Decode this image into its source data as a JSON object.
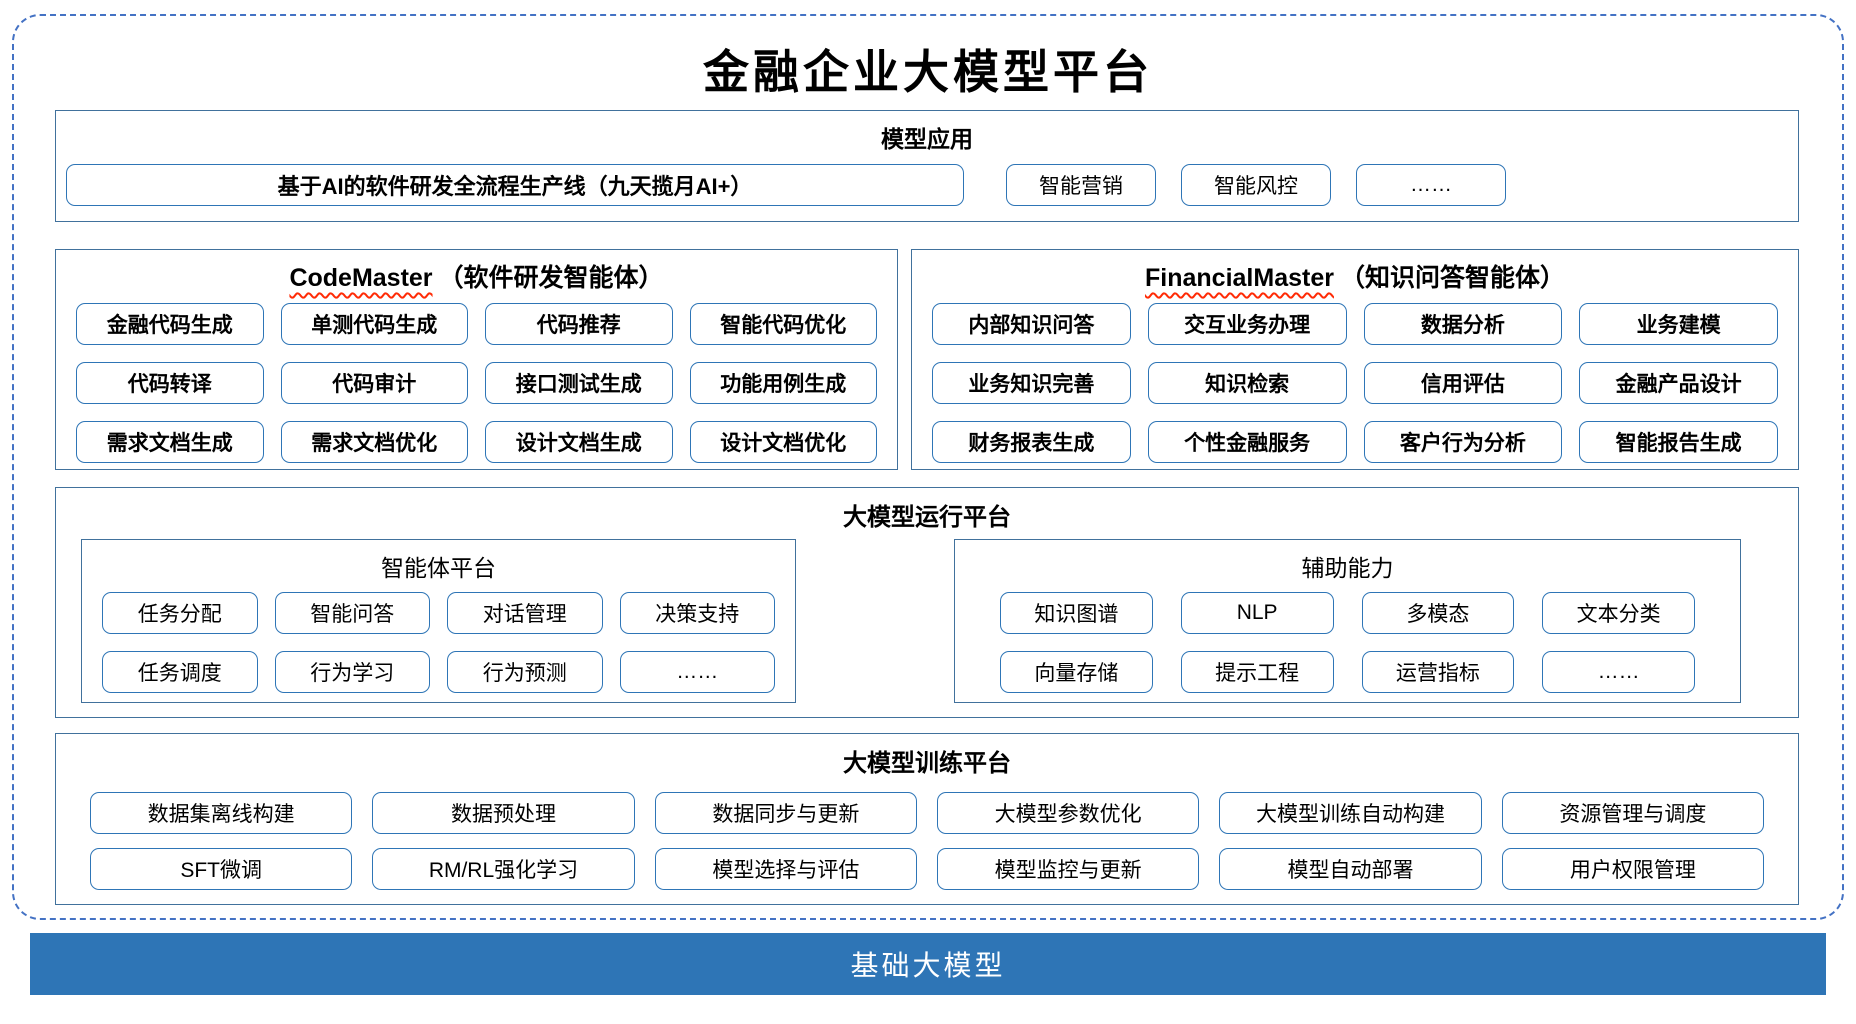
{
  "title": "金融企业大模型平台",
  "app": {
    "header": "模型应用",
    "main_box": "基于AI的软件研发全流程生产线（九天揽月AI+）",
    "boxes": [
      "智能营销",
      "智能风控",
      "……"
    ]
  },
  "codemaster": {
    "name": "CodeMaster",
    "subtitle": "（软件研发智能体）",
    "boxes": [
      "金融代码生成",
      "单测代码生成",
      "代码推荐",
      "智能代码优化",
      "代码转译",
      "代码审计",
      "接口测试生成",
      "功能用例生成",
      "需求文档生成",
      "需求文档优化",
      "设计文档生成",
      "设计文档优化"
    ]
  },
  "financialmaster": {
    "name": "FinancialMaster",
    "subtitle": "（知识问答智能体）",
    "boxes": [
      "内部知识问答",
      "交互业务办理",
      "数据分析",
      "业务建模",
      "业务知识完善",
      "知识检索",
      "信用评估",
      "金融产品设计",
      "财务报表生成",
      "个性金融服务",
      "客户行为分析",
      "智能报告生成"
    ]
  },
  "runtime": {
    "header": "大模型运行平台",
    "agent": {
      "header": "智能体平台",
      "boxes": [
        "任务分配",
        "智能问答",
        "对话管理",
        "决策支持",
        "任务调度",
        "行为学习",
        "行为预测",
        "……"
      ]
    },
    "aux": {
      "header": "辅助能力",
      "boxes": [
        "知识图谱",
        "NLP",
        "多模态",
        "文本分类",
        "向量存储",
        "提示工程",
        "运营指标",
        "……"
      ]
    }
  },
  "training": {
    "header": "大模型训练平台",
    "boxes": [
      "数据集离线构建",
      "数据预处理",
      "数据同步与更新",
      "大模型参数优化",
      "大模型训练自动构建",
      "资源管理与调度",
      "SFT微调",
      "RM/RL强化学习",
      "模型选择与评估",
      "模型监控与更新",
      "模型自动部署",
      "用户权限管理"
    ]
  },
  "base": {
    "label": "基础大模型"
  },
  "colors": {
    "box_border": "#2E75B6",
    "section_border": "#41719C",
    "dashed_border": "#4472C4",
    "bar_bg": "#2E75B6",
    "squiggle": "#FF2B06"
  }
}
